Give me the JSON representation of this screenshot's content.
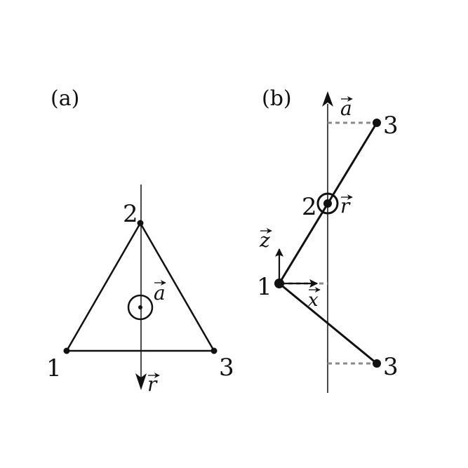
{
  "panel_a": {
    "label": "(a)",
    "nodes": [
      "1",
      "2",
      "3"
    ],
    "vector_a": "a",
    "vector_r": "r"
  },
  "panel_b": {
    "label": "(b)",
    "nodes": [
      "1",
      "2",
      "3",
      "3"
    ],
    "vector_a": "a",
    "vector_r": "r",
    "vector_z": "z",
    "vector_x": "x"
  },
  "colors": {
    "ink": "#111111",
    "dashed": "#8a8a8a"
  }
}
